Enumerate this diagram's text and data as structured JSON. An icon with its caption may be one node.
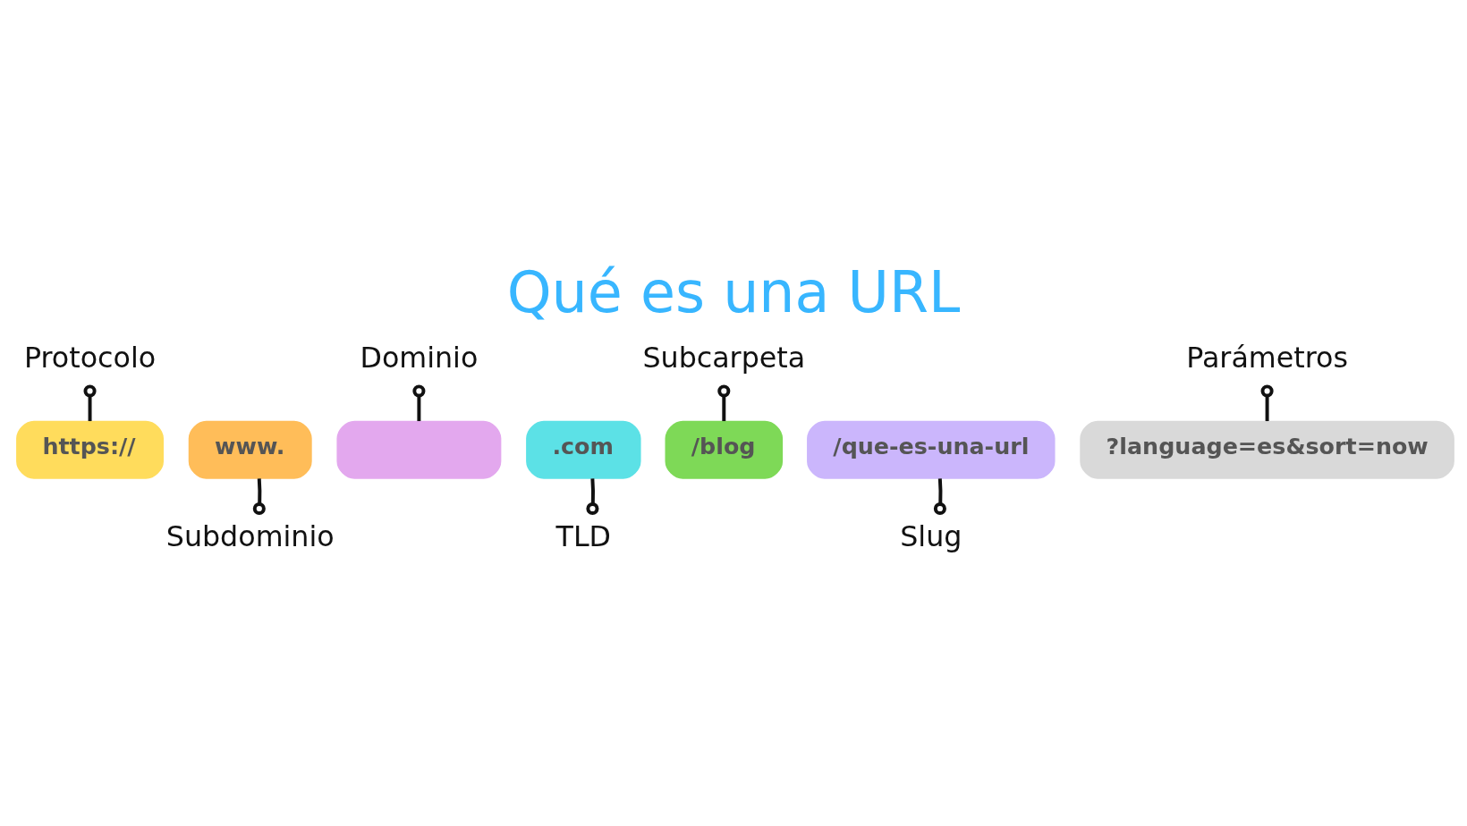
{
  "diagram": {
    "title": "Qué es una URL",
    "nodes": [
      {
        "text": [
          "Protocolo"
        ]
      },
      {
        "text": [
          "Dominio"
        ]
      },
      {
        "text": [
          "Subcarpeta"
        ]
      },
      {
        "text": [
          "Parámetros"
        ]
      },
      {
        "text": [
          "https://"
        ]
      },
      {
        "text": [
          "www."
        ]
      },
      {
        "text": [],
        "shape": "box"
      },
      {
        "text": [
          ".com"
        ]
      },
      {
        "text": [
          "/blog"
        ]
      },
      {
        "text": [
          "/que-es-una-url"
        ]
      },
      {
        "text": [
          "?language=es&sort=now"
        ]
      },
      {
        "text": [
          "Subdominio"
        ]
      },
      {
        "text": [
          "TLD"
        ]
      },
      {
        "text": [
          "Slug"
        ]
      }
    ],
    "edges": [
      {
        "from": 0,
        "to": 4,
        "arrow": "other"
      },
      {
        "from": 1,
        "to": 6,
        "arrow": "other"
      },
      {
        "from": 2,
        "to": 8,
        "arrow": "other"
      },
      {
        "from": 3,
        "to": 10,
        "arrow": "other"
      },
      {
        "from": 11,
        "to": 5,
        "arrow": "other"
      },
      {
        "from": 12,
        "to": 7,
        "arrow": "other"
      },
      {
        "from": 13,
        "to": 9,
        "arrow": "other"
      }
    ]
  }
}
